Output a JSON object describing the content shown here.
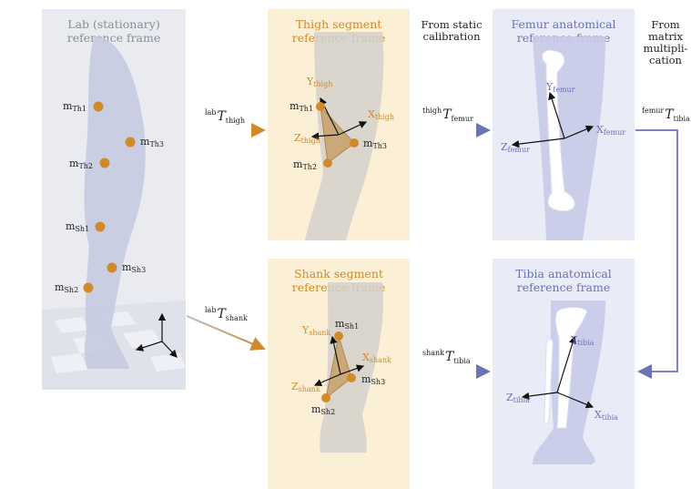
{
  "panels": {
    "lab": {
      "title_line1": "Lab (stationary)",
      "title_line2": "reference frame"
    },
    "thigh": {
      "title_line1": "Thigh segment",
      "title_line2": "reference frame"
    },
    "femur": {
      "title_line1": "Femur anatomical",
      "title_line2": "reference frame"
    },
    "shank": {
      "title_line1": "Shank segment",
      "title_line2": "reference frame"
    },
    "tibia": {
      "title_line1": "Tibia anatomical",
      "title_line2": "reference frame"
    }
  },
  "markers": {
    "m": "m",
    "th1": "Th1",
    "th2": "Th2",
    "th3": "Th3",
    "sh1": "Sh1",
    "sh2": "Sh2",
    "sh3": "Sh3"
  },
  "axes": {
    "X": "X",
    "Y": "Y",
    "Z": "Z",
    "thigh": "thigh",
    "shank": "shank",
    "femur": "femur",
    "tibia": "tibia"
  },
  "transforms": {
    "T": "T",
    "lab_thigh": {
      "pre": "lab",
      "sub": "thigh"
    },
    "lab_shank": {
      "pre": "lab",
      "sub": "shank"
    },
    "thigh_femur": {
      "pre": "thigh",
      "sub": "femur"
    },
    "shank_tibia": {
      "pre": "shank",
      "sub": "tibia"
    },
    "femur_tibia": {
      "pre": "femur",
      "sub": "tibia"
    }
  },
  "notes": {
    "static": {
      "line1": "From static",
      "line2": "calibration"
    },
    "matrix": {
      "line1": "From",
      "line2": "matrix",
      "line3": "multipli-",
      "line4": "cation"
    }
  },
  "colors": {
    "orange": "#d08a2a",
    "blue": "#6a73b4",
    "gray": "#8a8d94"
  }
}
